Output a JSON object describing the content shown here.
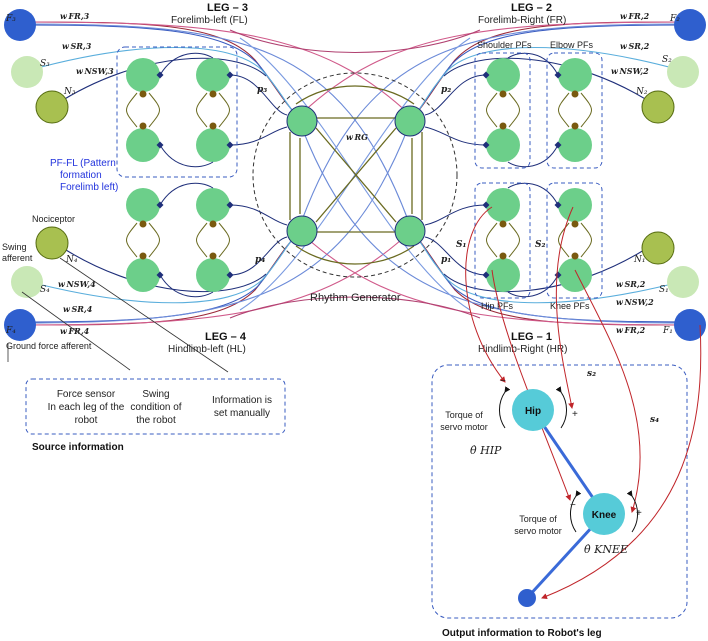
{
  "legs": {
    "leg3": {
      "title": "LEG – 3",
      "subtitle": "Forelimb-left (FL)"
    },
    "leg2": {
      "title": "LEG – 2",
      "subtitle": "Forelimb-Right (FR)"
    },
    "leg4": {
      "title": "LEG – 4",
      "subtitle": "Hindlimb-left (HL)"
    },
    "leg1": {
      "title": "LEG – 1",
      "subtitle": "Hindlimb-Right (HR)"
    }
  },
  "nodes": {
    "f3": "F₃",
    "s3": "S₃",
    "n3": "N₃",
    "f2": "F₂",
    "s2": "S₂",
    "n2": "N₂",
    "f4": "F₄",
    "s4": "S₄",
    "n4": "N₄",
    "f1": "F₁",
    "s1": "S₁",
    "n1": "N₁"
  },
  "weights": {
    "wfr3": "w FR,3",
    "wsr3": "w SR,3",
    "wnsw3": "w NSW,3",
    "wfr2": "w FR,2",
    "wsr2": "w SR,2",
    "wnsw2": "w NSW,2",
    "wnsw4": "w NSW,4",
    "wsr4": "w SR,4",
    "wfr4": "w FR,4",
    "wsr2b": "w SR,2",
    "wnsw2b": "w NSW,2",
    "wfr2b": "w FR,2",
    "wrg": "w RG"
  },
  "pf_labels": {
    "p1": "p₁",
    "p2": "p₂",
    "p3": "p₃",
    "p4": "p₄",
    "shoulder": "Shoulder PFs",
    "elbow": "Elbow PFs",
    "hip": "Hip PFs",
    "knee": "Knee PFs",
    "s1": "S₁",
    "s2": "S₂"
  },
  "pf_fl": [
    "PF-FL (Pattern",
    "formation",
    "Forelimb left)"
  ],
  "rhythm_generator": "Rhythm Generator",
  "left_labels": {
    "nociceptor": "Nociceptor",
    "swing": "Swing",
    "afferent": "afferent",
    "ground": "Ground force afferent"
  },
  "source": {
    "box_title": "Source information",
    "force": [
      "Force sensor",
      "In each leg of the",
      "robot"
    ],
    "swingc": [
      "Swing",
      "condition of",
      "the robot"
    ],
    "manual": [
      "Information is",
      "set manually"
    ]
  },
  "output": {
    "title": "Output information to Robot's leg",
    "hip": "Hip",
    "knee": "Knee",
    "torque1": [
      "Torque of",
      "servo motor"
    ],
    "torque2": [
      "Torque of",
      "servo motor"
    ],
    "theta_hip": "θ̇ HIP",
    "theta_knee": "θ̇ KNEE",
    "s2": "s₂",
    "s4": "s₄",
    "minus": "−",
    "plus": "+"
  },
  "colors": {
    "blue_node": "#2f5fce",
    "light_green": "#c9e8b6",
    "olive": "#a8c050",
    "pf_green": "#6ccf8a",
    "cyan": "#56cbd8",
    "red_line": "#c0252a",
    "dark_navy": "#1f2f7a"
  }
}
